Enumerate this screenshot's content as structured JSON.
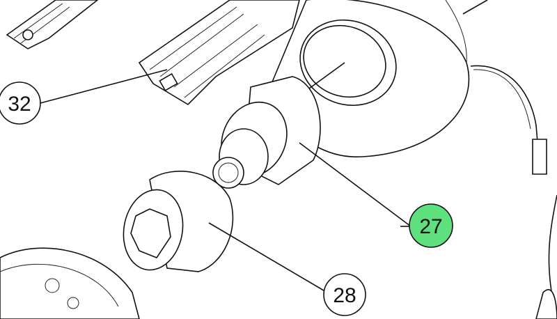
{
  "diagram": {
    "callouts": [
      {
        "label": "32",
        "highlighted": false
      },
      {
        "label": "27",
        "highlighted": true
      },
      {
        "label": "28",
        "highlighted": false
      }
    ],
    "colors": {
      "highlight": "#5EE07F",
      "line": "#111111",
      "background": "#FFFFFF"
    }
  }
}
